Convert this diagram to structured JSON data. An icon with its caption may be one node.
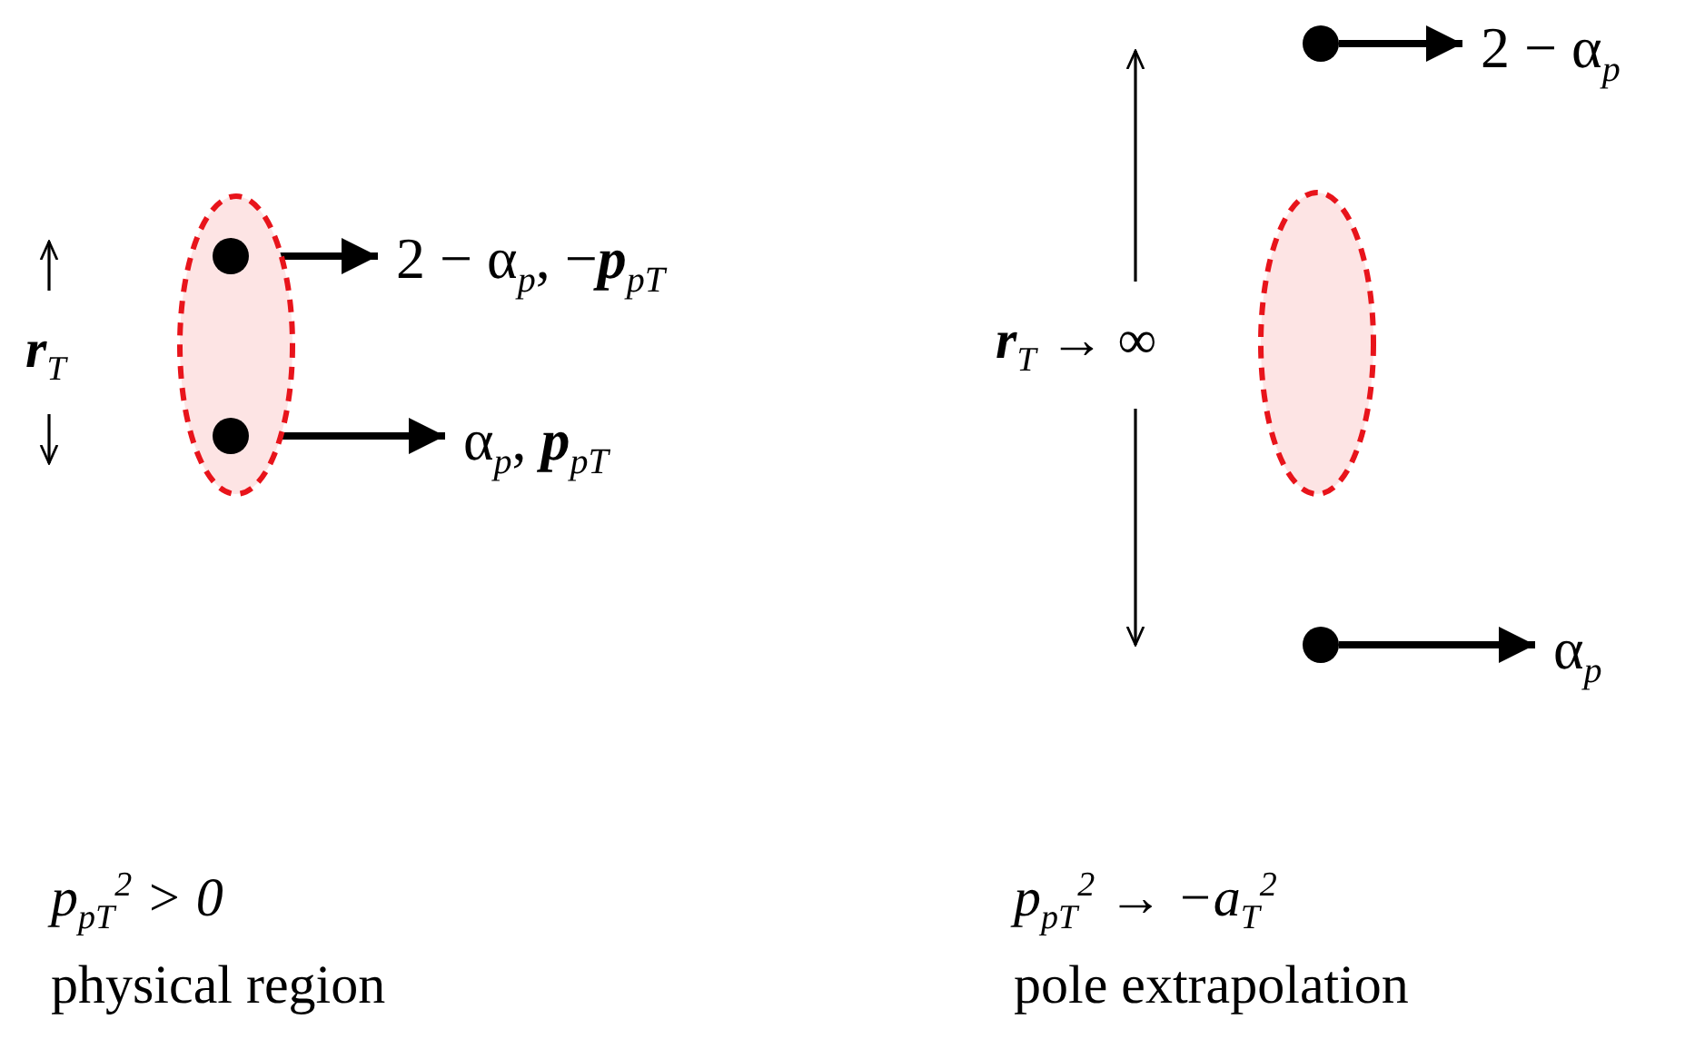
{
  "diagram": {
    "nodes": [
      {
        "text": [],
        "shape": "ellipse"
      },
      {
        "text": [],
        "shape": "circle",
        "in": 0
      },
      {
        "text": [],
        "shape": "circle",
        "in": 0
      },
      {
        "text": [
          "2 − α$_{p}$, −**p**$_{pT}$"
        ]
      },
      {
        "text": [
          "α$_{p}$, **p**$_{pT}$"
        ]
      },
      {
        "text": [],
        "shape": "ellipse"
      },
      {
        "text": [],
        "shape": "circle"
      },
      {
        "text": [],
        "shape": "circle"
      },
      {
        "text": [
          "2 − α$_{p}$"
        ]
      },
      {
        "text": [
          "α$_{p}$"
        ]
      }
    ],
    "edges": [
      {
        "from": 1,
        "to": 3,
        "arrow": "to"
      },
      {
        "from": 2,
        "to": 4,
        "arrow": "to"
      },
      {
        "from": 6,
        "to": 8,
        "arrow": "to"
      },
      {
        "from": 7,
        "to": 9,
        "arrow": "to"
      }
    ],
    "labels": [
      "**r**$_{T}$",
      "**r**$_{T}$ → ∞",
      "p$_{pT}$$^{2}$ > 0",
      "physical region",
      "p$_{pT}$$^{2}$ → −a$_{T}$$^{2}$",
      "pole extrapolation"
    ]
  }
}
